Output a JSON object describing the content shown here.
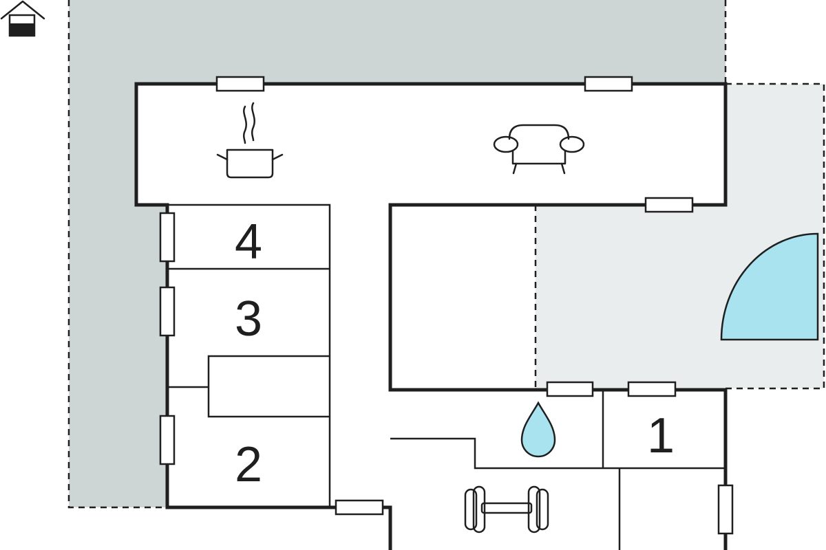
{
  "rooms": {
    "bedroom_1": "1",
    "bedroom_2": "2",
    "bedroom_3": "3",
    "bedroom_4": "4"
  },
  "colors": {
    "garden": "#cdd5d5",
    "terrace": "#e9eded",
    "pool": "#a9e3f0",
    "wall": "#1f1f1f",
    "steam": "#9aa6a6"
  },
  "icons": [
    "house-icon",
    "cooking-pot-icon",
    "sofa-icon",
    "water-drop-icon",
    "dumbbell-icon"
  ]
}
